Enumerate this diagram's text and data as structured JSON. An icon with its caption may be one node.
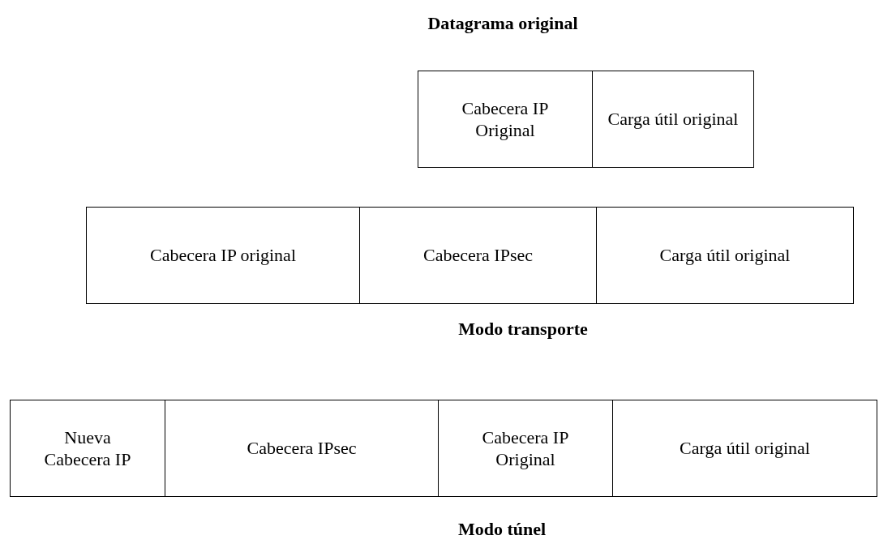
{
  "diagram": {
    "nodes": [
      {
        "text": [
          "Cabecera IP Original"
        ]
      },
      {
        "text": [
          "Carga útil original"
        ]
      },
      {
        "text": [
          "Cabecera IP original"
        ]
      },
      {
        "text": [
          "Cabecera IPsec"
        ]
      },
      {
        "text": [
          "Carga útil original"
        ]
      },
      {
        "text": [
          "Nueva Cabecera IP"
        ]
      },
      {
        "text": [
          "Cabecera IPsec"
        ]
      },
      {
        "text": [
          "Cabecera IP Original"
        ]
      },
      {
        "text": [
          "Carga útil original"
        ]
      }
    ],
    "labels": [
      "Datagrama original",
      "Modo transporte",
      "Modo túnel"
    ]
  }
}
